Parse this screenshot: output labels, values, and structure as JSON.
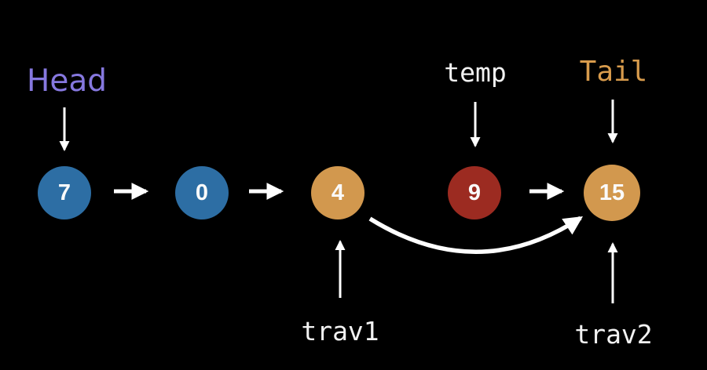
{
  "diagram": {
    "background_color": "#000000",
    "type": "linked-list-diagram"
  },
  "labels": {
    "head": {
      "text": "Head",
      "color": "#8678DF"
    },
    "temp": {
      "text": "temp",
      "color": "#F2F2F2"
    },
    "tail": {
      "text": "Tail",
      "color": "#D89B4C"
    },
    "trav1": {
      "text": "trav1",
      "color": "#F2F2F2"
    },
    "trav2": {
      "text": "trav2",
      "color": "#F2F2F2"
    }
  },
  "nodes": [
    {
      "value": "7",
      "color": "#2D6EA4"
    },
    {
      "value": "0",
      "color": "#2D6EA4"
    },
    {
      "value": "4",
      "color": "#D2984E"
    },
    {
      "value": "9",
      "color": "#9C2B21"
    },
    {
      "value": "15",
      "color": "#D2984E"
    }
  ],
  "arrows": {
    "color": "#FFFFFF"
  }
}
